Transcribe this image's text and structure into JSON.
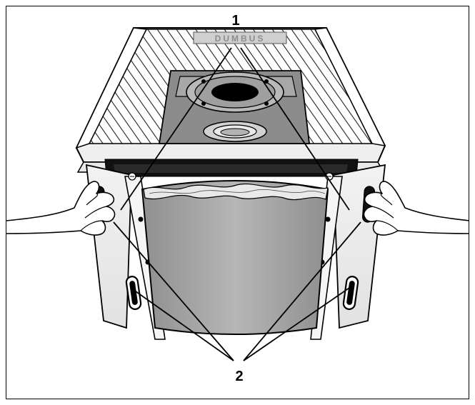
{
  "figure": {
    "callouts": {
      "one": "1",
      "two": "2"
    },
    "logo_text": "DUMBUS",
    "colors": {
      "ink": "#000000",
      "metal_dark": "#8a8a8a",
      "metal_mid": "#b9b9b9",
      "metal_light": "#d8d8d8",
      "panel": "#a3a3a3"
    }
  }
}
